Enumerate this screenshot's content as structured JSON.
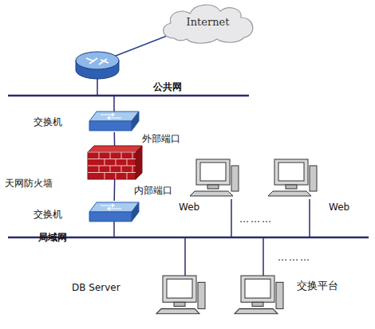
{
  "diagram": {
    "nodes": [
      {
        "text": [
          "Internet"
        ]
      },
      {
        "text": [
          "交换机"
        ]
      },
      {
        "text": [
          "天网防火墙"
        ]
      },
      {
        "text": [
          "交换机"
        ]
      },
      {
        "text": [
          "Web"
        ]
      },
      {
        "text": [
          "Web"
        ]
      },
      {
        "text": [
          "DB Server"
        ]
      },
      {
        "text": [
          "交换平台"
        ]
      }
    ],
    "edges": [
      {
        "from": 1,
        "to": 2,
        "arrow": "none"
      },
      {
        "from": 2,
        "to": 3,
        "arrow": "none"
      }
    ],
    "labels": [
      "公共网",
      "外部端口",
      "内部端口",
      "局域网",
      "………",
      "………"
    ]
  }
}
